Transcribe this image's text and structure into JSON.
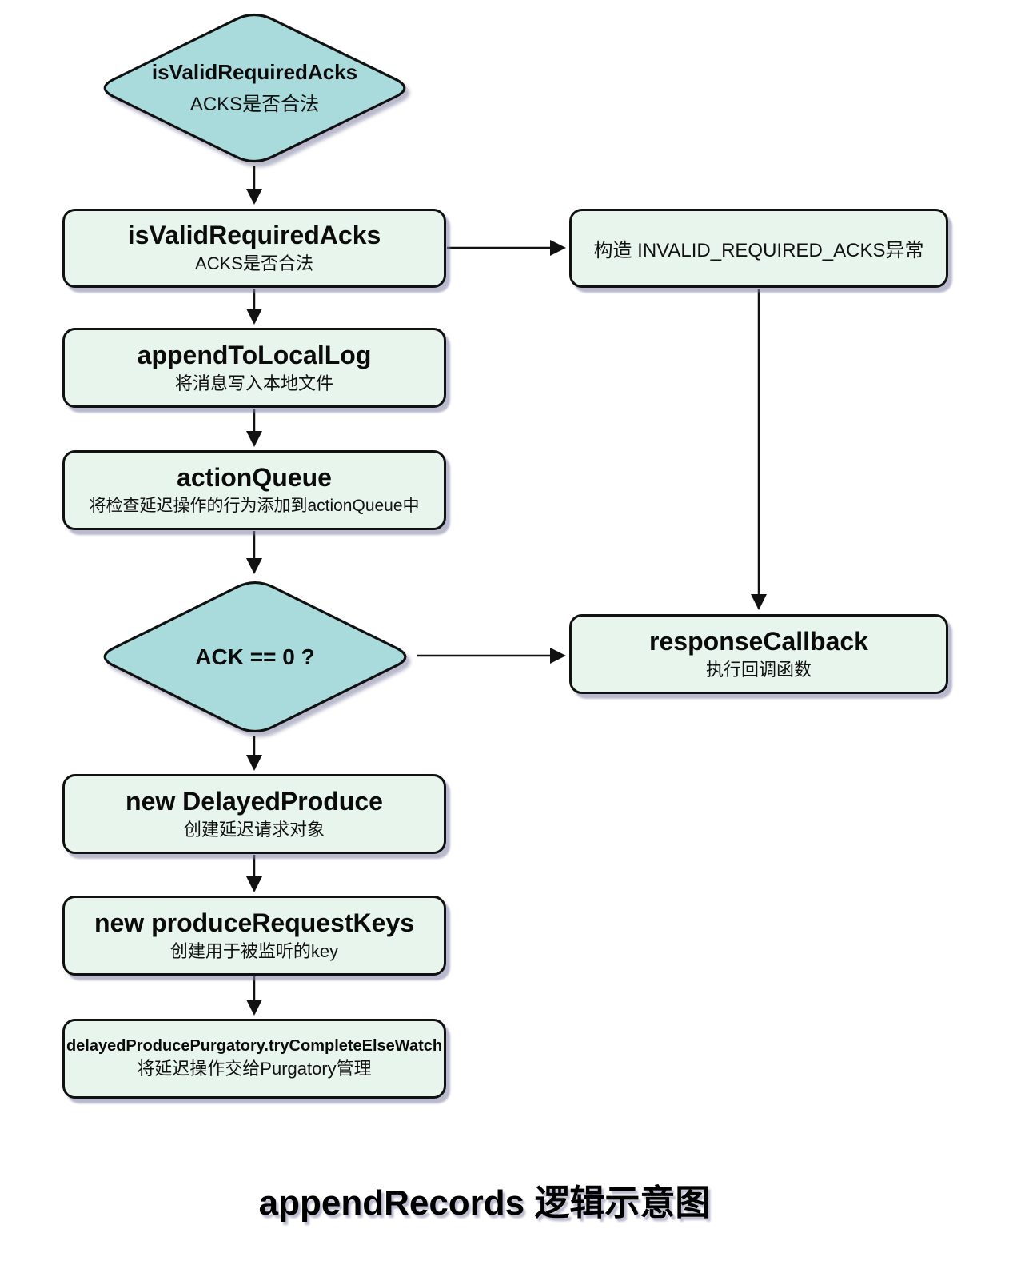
{
  "diagram": {
    "caption": "appendRecords 逻辑示意图",
    "colors": {
      "decision_fill": "#a9dbdc",
      "step_fill": "#e8f5ec",
      "border": "#111111",
      "shadow": "rgba(130,130,165,0.55)"
    },
    "nodes": {
      "decision_acks": {
        "title": "isValidRequiredAcks",
        "subtitle": "ACKS是否合法"
      },
      "step_isvalid": {
        "title": "isValidRequiredAcks",
        "subtitle": "ACKS是否合法"
      },
      "step_invalid_exception": {
        "label": "构造 INVALID_REQUIRED_ACKS异常"
      },
      "step_append_local": {
        "title": "appendToLocalLog",
        "subtitle": "将消息写入本地文件"
      },
      "step_action_queue": {
        "title": "actionQueue",
        "subtitle": "将检查延迟操作的行为添加到actionQueue中"
      },
      "decision_ack0": {
        "title": "ACK == 0 ?"
      },
      "step_response_callback": {
        "title": "responseCallback",
        "subtitle": "执行回调函数"
      },
      "step_new_delayed_produce": {
        "title": "new DelayedProduce",
        "subtitle": "创建延迟请求对象"
      },
      "step_new_produce_request_keys": {
        "title": "new produceRequestKeys",
        "subtitle": "创建用于被监听的key"
      },
      "step_purgatory_watch": {
        "title": "delayedProducePurgatory.tryCompleteElseWatch",
        "subtitle": "将延迟操作交给Purgatory管理"
      }
    }
  }
}
